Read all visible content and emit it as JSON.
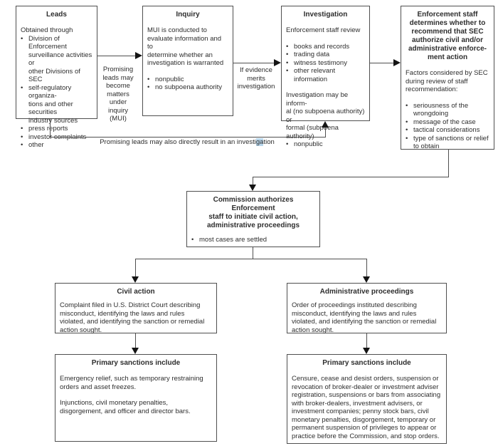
{
  "diagram": {
    "colors": {
      "box_border": "#4f4f4f",
      "text": "#2e2e2e",
      "arrow": "#141414",
      "selection_highlight": "#b9d7ec"
    },
    "boxes": {
      "leads": {
        "title": "Leads",
        "intro": "Obtained through",
        "bullets": [
          "Division of Enforcement\nsurveillance activities or\nother Divisions of SEC",
          "self-regulatory organiza-\ntions and other securities\nindustry sources",
          "press reports",
          "investor complaints",
          "other"
        ]
      },
      "inquiry": {
        "title": "Inquiry",
        "intro": "MUI is conducted to\nevaluate information and to\ndetermine whether an\ninvestigation is warranted",
        "bullets": [
          "nonpublic",
          "no subpoena authority"
        ]
      },
      "investigation": {
        "title": "Investigation",
        "intro": "Enforcement staff review",
        "bullets": [
          "books and records",
          "trading data",
          "witness testimony",
          "other relevant information"
        ],
        "body2": "Investigation may be inform-\nal (no subpoena authority) or\nformal (subpoena authority)",
        "bullets2": [
          "nonpublic"
        ]
      },
      "enforcement": {
        "title": "Enforcement staff\ndetermines whether to\nrecommend that SEC\nauthorize civil and/or\nadministrative enforce-\nment action",
        "intro": "Factors considered by SEC\nduring review of staff\nrecommendation:",
        "bullets": [
          "seriousness of the\nwrongdoing",
          "message of the case",
          "tactical considerations",
          "type of sanctions or relief\nto obtain"
        ]
      },
      "commission": {
        "title": "Commission authorizes Enforcement\nstaff to initiate civil action,\nadministrative proceedings",
        "bullets": [
          "most cases are settled"
        ]
      },
      "civil_action": {
        "title": "Civil action",
        "body": "Complaint filed in U.S. District Court describing\nmisconduct, identifying the laws and rules\nviolated, and identifying the sanction or remedial\naction sought."
      },
      "administrative_proceedings": {
        "title": "Administrative proceedings",
        "body": "Order of proceedings instituted describing\nmisconduct, identifying the laws and rules\nviolated, and identifying the sanction or remedial\naction sought."
      },
      "primary_sanctions_civil": {
        "title": "Primary sanctions include",
        "paragraphs": [
          "Emergency relief, such as temporary restraining\norders and asset freezes.",
          "Injunctions, civil monetary penalties,\ndisgorgement, and officer and director bars."
        ]
      },
      "primary_sanctions_admin": {
        "title": "Primary sanctions include",
        "body": "Censure, cease and desist orders, suspension or\nrevocation of broker-dealer or investment adviser\nregistration, suspensions or bars from associating\nwith broker-dealers, investment advisers, or\ninvestment companies; penny stock bars, civil\nmonetary penalties, disgorgement, temporary or\npermanent suspension of privileges to appear or\npractice before the Commission, and stop orders."
      }
    },
    "labels": {
      "leads_to_inquiry": "Promising\nleads may\nbecome\nmatters\nunder\ninquiry\n(MUI)",
      "inquiry_to_investigation": "If evidence\nmerits\ninvestigation",
      "direct_to_investigation_pre": "Promising leads may also directly result in an investi",
      "direct_to_investigation_highlight": "ga",
      "direct_to_investigation_post": "tion"
    }
  }
}
